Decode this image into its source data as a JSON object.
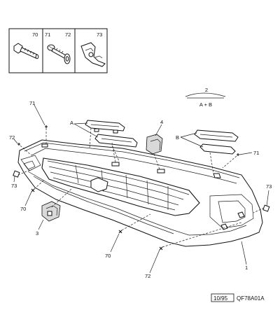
{
  "hardware_panel": {
    "cells": [
      {
        "ref": "70",
        "icon": "bolt-icon"
      },
      {
        "ref": "71",
        "icon": "screw-icon"
      },
      {
        "ref": "72",
        "icon": "washer-icon"
      },
      {
        "ref": "73",
        "icon": "clip-nut-icon"
      }
    ]
  },
  "callouts": {
    "c71_top": "71",
    "c72_left": "72",
    "c73_left": "73",
    "c70_left": "70",
    "c3": "3",
    "c70_bottom": "70",
    "c72_bottom": "72",
    "c1": "1",
    "cA": "A",
    "c4": "4",
    "cB": "B",
    "c71_right": "71",
    "c73_right": "73"
  },
  "variant_note": {
    "number": "2",
    "applies_to": "A + B"
  },
  "footer": {
    "date": "10/95",
    "code": "QF78A01A"
  }
}
